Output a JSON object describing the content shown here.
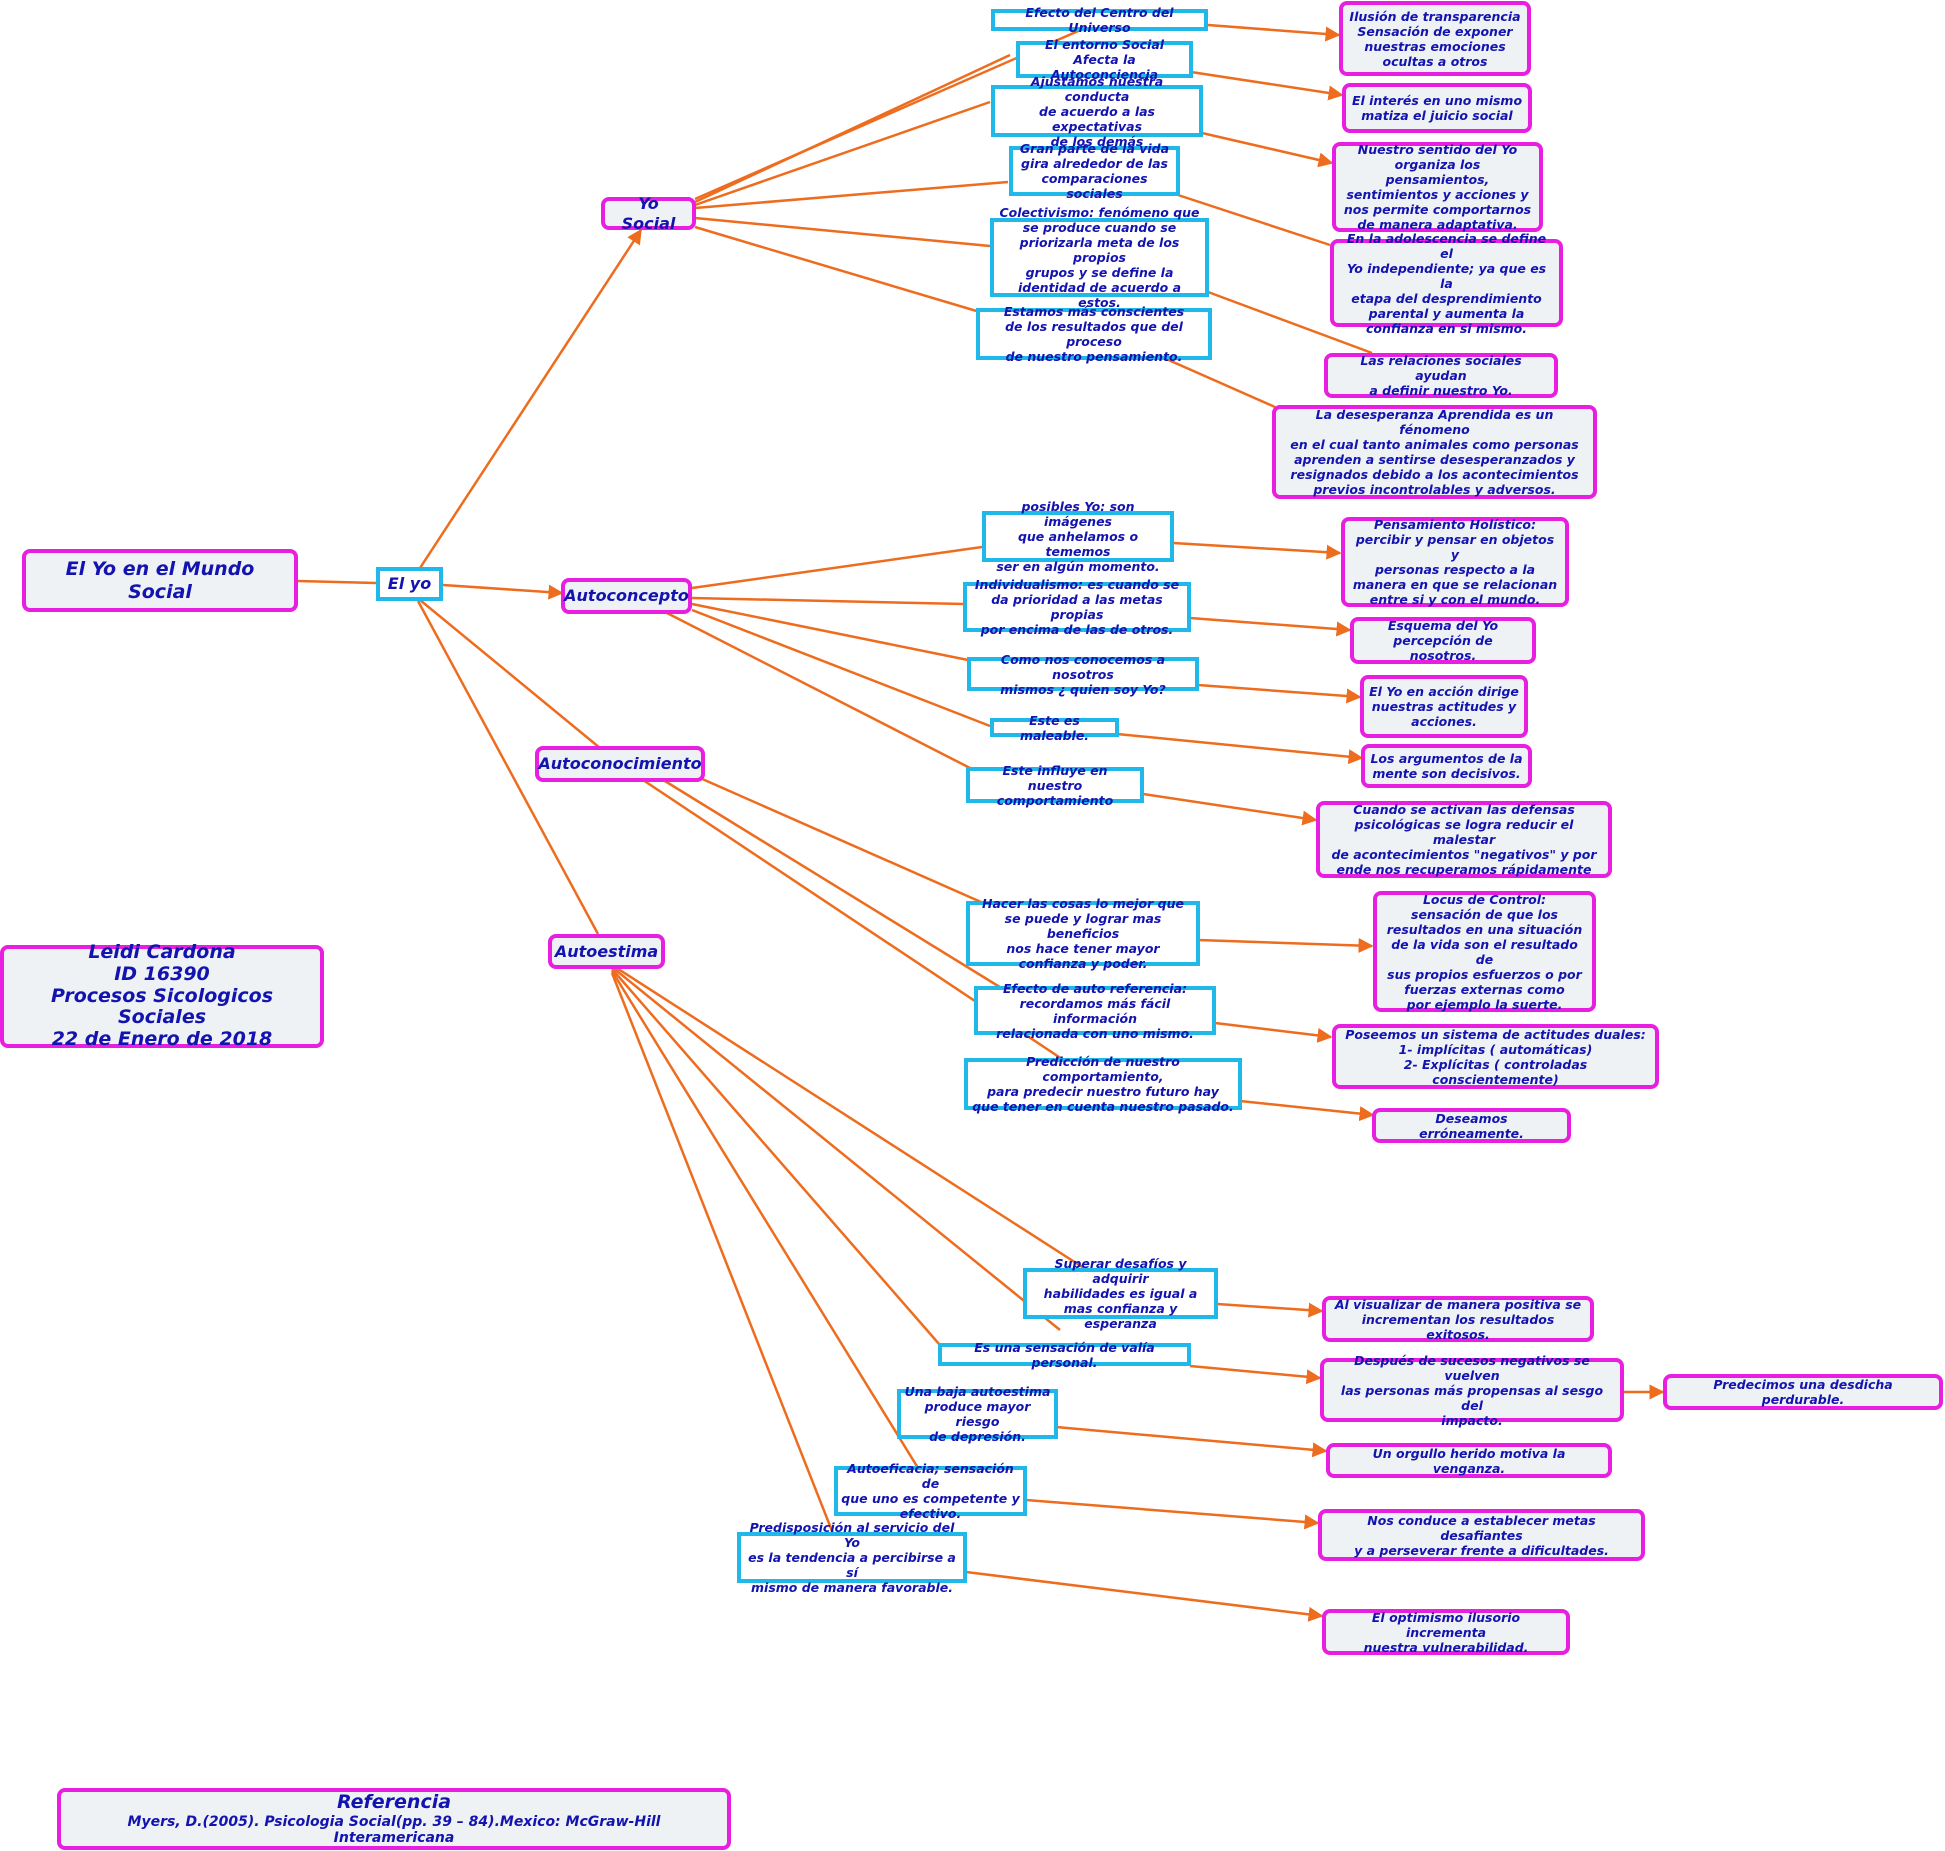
{
  "colors": {
    "edge": "#ee6c1e",
    "cyan_border": "#1fb8e8",
    "magenta_border": "#e81fe0",
    "text": "#1313b0",
    "node_fill": "#eef2f4"
  },
  "nodes": {
    "root": "El Yo en el Mundo Social",
    "elyo": "El yo",
    "yosocial": "Yo Social",
    "autoconcepto": "Autoconcepto",
    "autoconocimiento": "Autoconocimiento",
    "autoestima": "Autoestima",
    "c_efecto": "Efecto del Centro del Universo",
    "c_entorno": "El entorno Social\nAfecta la Autoconciencia",
    "c_ajustamos": "Ajustamos nuestra conducta\nde acuerdo a las expectativas\nde los demás",
    "c_granparte": "Gran parte de la vida\ngira alrededor de las\ncomparaciones sociales",
    "c_colectivismo": "Colectivismo: fenómeno que\nse produce cuando se\npriorizarla meta de los propios\ngrupos y se define la\nidentidad de acuerdo a estos.",
    "c_estamos": "Estamos más conscientes\nde los resultados que del proceso\nde nuestro pensamiento.",
    "m_ilusion": "Ilusión de transparencia\nSensación de exponer\nnuestras emociones\nocultas a otros",
    "m_interes": "El interés en uno mismo\nmatiza el juicio social",
    "m_sentido": "Nuestro sentido del Yo\norganiza los pensamientos,\nsentimientos y acciones y\nnos permite comportarnos\nde manera adaptativa.",
    "m_adolescencia": "En la adolescencia se define el\nYo independiente; ya que es la\netapa del desprendimiento\nparental y aumenta la\nconfianza en si mismo.",
    "m_relaciones": "Las relaciones sociales ayudan\na definir nuestro Yo.",
    "m_desesperanza": "La desesperanza Aprendida es un fénomeno\nen el cual tanto animales como personas\naprenden a sentirse desesperanzados y\nresignados debido a los acontecimientos\nprevios incontrolables y adversos.",
    "c_posibles": "posibles Yo: son imágenes\nque anhelamos o tememos\nser en algún momento.",
    "c_individualismo": "Individualismo: es cuando se\nda prioridad a las metas propias\npor encima de las de otros.",
    "c_comonos": "Como nos conocemos a nosotros\nmismos ¿ quien soy Yo?",
    "c_maleable": "Este es maleable.",
    "c_influye": "Este influye en\nnuestro comportamiento",
    "m_holistico": "Pensamiento Holístico:\npercibir y pensar en objetos y\npersonas respecto a la\nmanera en que se relacionan\nentre si  y con el mundo.",
    "m_esquema": "Esquema del Yo\npercepción de nosotros.",
    "m_accion": "El Yo en acción dirige\nnuestras actitudes y\nacciones.",
    "m_argumentos": "Los argumentos de la\nmente son decisivos.",
    "m_defensas": "Cuando se activan las defensas\npsicológicas se logra reducir el malestar\nde acontecimientos \"negativos\" y por\nende nos recuperamos rápidamente",
    "c_hacer": "Hacer las cosas lo mejor que\nse puede y lograr mas beneficios\nnos hace tener mayor\nconfianza y poder.",
    "c_autoref": "Efecto de auto referencia:\nrecordamos más fácil información\nrelacionada con uno mismo.",
    "c_prediccion": "Predicción de nuestro comportamiento,\npara predecir nuestro futuro hay\nque tener en cuenta nuestro pasado.",
    "m_locus": "Locus de Control:\nsensación de que los\nresultados en una situación\nde la vida son el resultado de\nsus propios esfuerzos o por\nfuerzas externas como\npor ejemplo la suerte.",
    "m_duales": "Poseemos un sistema de actitudes duales:\n1- implícitas ( automáticas)\n2- Explícitas ( controladas conscientemente)",
    "m_deseamos": "Deseamos erróneamente.",
    "c_superar": "Superar desafíos y adquirir\nhabilidades es igual a\nmas confianza y esperanza",
    "c_valia": "Es una sensación de valía personal.",
    "c_baja": "Una baja autoestima\nproduce mayor riesgo\nde depresión.",
    "c_autoeficacia": "Autoeficacia; sensación de\nque uno es competente y\nefectivo.",
    "c_predisposicion": "Predisposición al servicio del Yo\nes la tendencia a percibirse a sí\nmismo de manera favorable.",
    "m_visualizar": "Al visualizar de manera positiva se\nincrementan los resultados exitosos.",
    "m_despues": "Después de sucesos negativos se vuelven\nlas personas más propensas al sesgo del\nimpacto.",
    "m_predecimos": "Predecimos una desdicha perdurable.",
    "m_orgullo": "Un orgullo herido motiva la venganza.",
    "m_conduce": "Nos conduce a establecer metas desafiantes\ny a perseverar frente a dificultades.",
    "m_optimismo": "El optimismo ilusorio incrementa\nnuestra vulnerabilidad."
  },
  "author": {
    "name": "Leidi Cardona",
    "id": "ID 16390",
    "course": "Procesos Sicologicos Sociales",
    "date": "22 de Enero de 2018"
  },
  "reference": {
    "title": "Referencia",
    "text": "Myers, D.(2005). Psicologia Social(pp. 39 – 84).Mexico: McGraw-Hill Interamericana"
  }
}
